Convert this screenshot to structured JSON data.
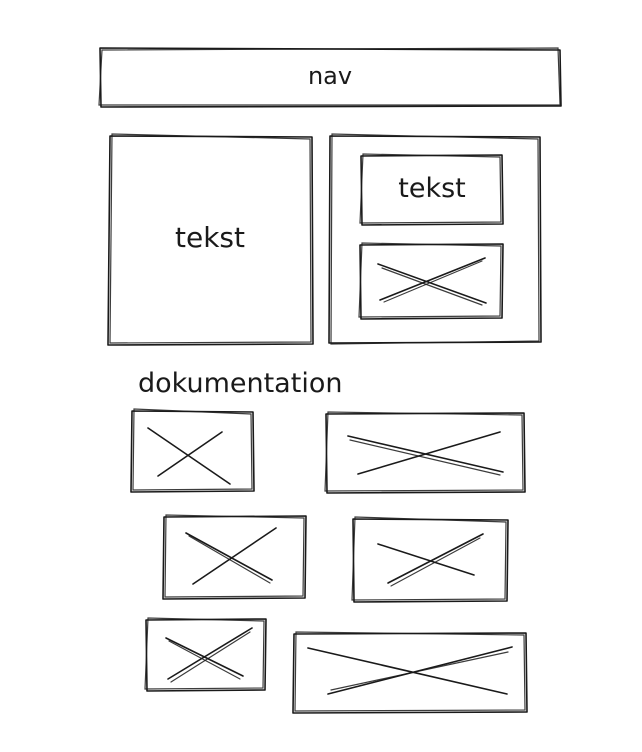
{
  "labels": {
    "nav": "nav",
    "left_text": "tekst",
    "right_text": "tekst",
    "documentation": "dokumentation"
  },
  "placeholders": {
    "hero_image": "image-placeholder",
    "doc_images": [
      "image-placeholder",
      "image-placeholder",
      "image-placeholder",
      "image-placeholder",
      "image-placeholder",
      "image-placeholder"
    ]
  }
}
